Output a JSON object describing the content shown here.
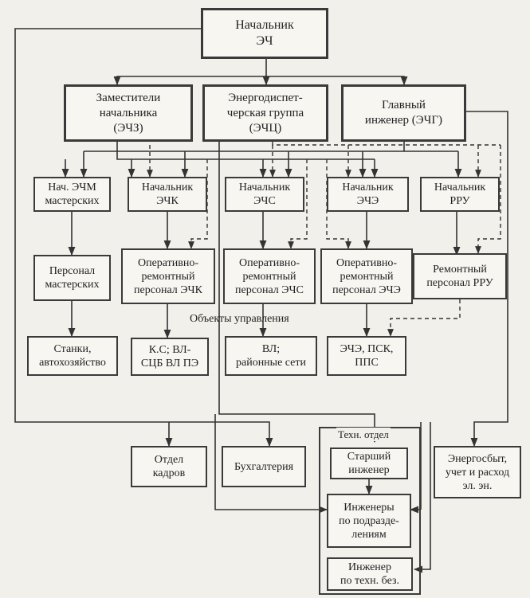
{
  "nodes": {
    "head": "Начальник\nЭЧ",
    "deputies": "Заместители\nначальника\n(ЭЧЗ)",
    "dispatch": "Энергодиспет-\nчерская группа\n(ЭЧЦ)",
    "chief_engineer": "Главный\nинженер (ЭЧГ)",
    "ehm_head": "Нач. ЭЧМ\nмастерских",
    "ehk_head": "Начальник\nЭЧК",
    "ehs_head": "Начальник\nЭЧС",
    "ehe_head": "Начальник\nЭЧЭ",
    "rru_head": "Начальник\nРРУ",
    "workshop_staff": "Персонал\nмастерских",
    "ehk_staff": "Оперативно-\nремонтный\nперсонал ЭЧК",
    "ehs_staff": "Оперативно-\nремонтный\nперсонал ЭЧС",
    "ehe_staff": "Оперативно-\nремонтный\nперсонал ЭЧЭ",
    "rru_staff": "Ремонтный\nперсонал РРУ",
    "machines": "Станки,\nавтохозяйство",
    "ks_vl": "К.С; ВЛ-\nСЦБ ВЛ ПЭ",
    "vl_networks": "ВЛ;\nрайонные сети",
    "ehe_pps": "ЭЧЭ, ПСК,\nППС",
    "hr": "Отдел\nкадров",
    "accounting": "Бухгалтерия",
    "senior_engineer": "Старший\nинженер",
    "division_engineers": "Инженеры\nпо подразде-\nлениям",
    "safety_engineer": "Инженер\nпо техн. без.",
    "energy_sales": "Энергосбыт,\nучет и расход\nэл. эн."
  },
  "labels": {
    "control_objects": "Объекты управления",
    "tech_dept": "Техн. отдел"
  }
}
